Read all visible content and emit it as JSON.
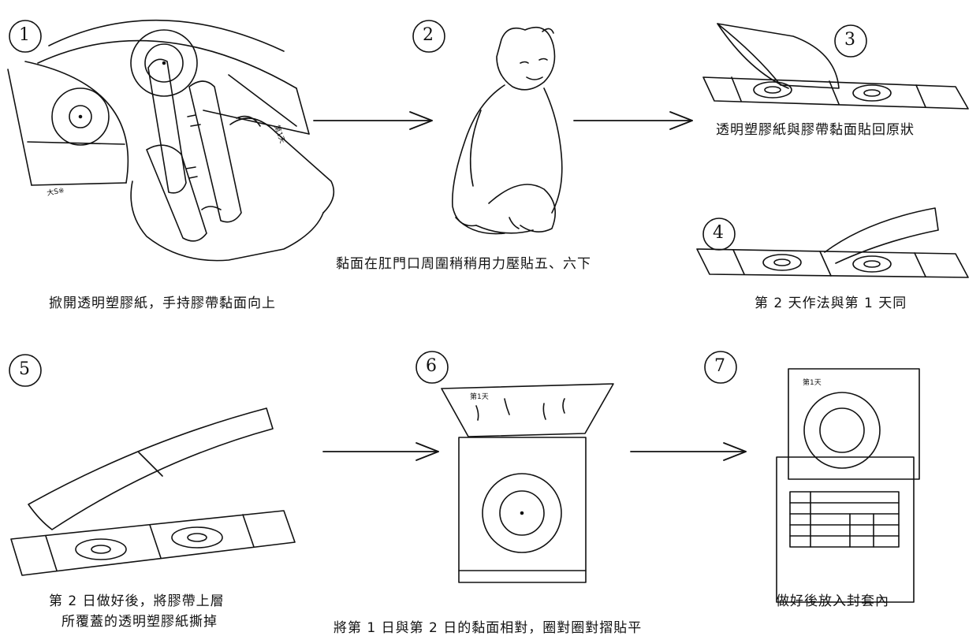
{
  "steps": [
    {
      "number": "1",
      "caption": "掀開透明塑膠紙，手持膠帶黏面向上"
    },
    {
      "number": "2",
      "caption": "黏面在肛門口周圍稍稍用力壓貼五、六下"
    },
    {
      "number": "3",
      "caption": "透明塑膠紙與膠帶黏面貼回原狀"
    },
    {
      "number": "4",
      "caption": "第 2 天作法與第 1 天同"
    },
    {
      "number": "5",
      "caption_line1": "第 2 日做好後，將膠帶上層",
      "caption_line2": "所覆蓋的透明塑膠紙撕掉"
    },
    {
      "number": "6",
      "caption": "將第 1 日與第 2 日的黏面相對，圈對圈對摺貼平"
    },
    {
      "number": "7",
      "caption": "做好後放入封套內"
    }
  ]
}
